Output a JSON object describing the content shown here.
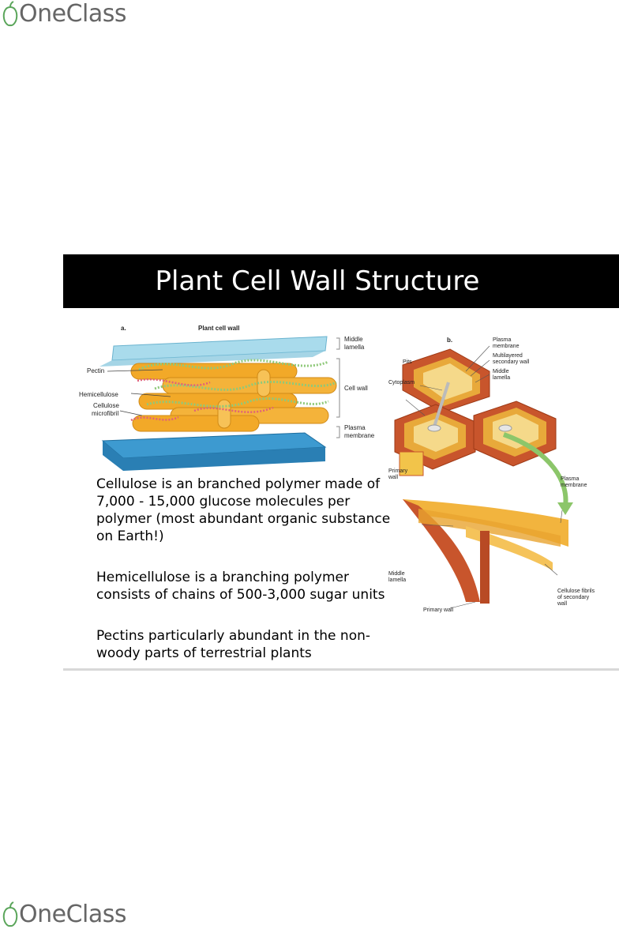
{
  "brand": {
    "name": "OneClass"
  },
  "slide": {
    "title": "Plant Cell Wall Structure",
    "paragraphs": [
      "Cellulose is an branched polymer made of 7,000 - 15,000 glucose molecules per polymer (most abundant organic substance on Earth!)",
      "Hemicellulose is a branching polymer consists of chains of 500-3,000 sugar units",
      "Pectins particularly abundant in the non-woody parts of terrestrial plants"
    ]
  },
  "figure_a": {
    "panel": "a.",
    "title": "Plant cell wall",
    "left_labels": [
      "Pectin",
      "Hemicellulose",
      "Cellulose",
      "microfibril"
    ],
    "right_labels": {
      "middle_lamella": [
        "Middle",
        "lamella"
      ],
      "cell_wall": "Cell wall",
      "plasma_membrane": [
        "Plasma",
        "membrane"
      ]
    },
    "colors": {
      "lamella": "#9fd3e6",
      "fibril": "#f2a928",
      "membrane": "#2f8fc4",
      "pectin": "#8fc97a",
      "hemicellulose": "#e0607a"
    }
  },
  "figure_b": {
    "panel": "b.",
    "labels": {
      "plasma_membrane": [
        "Plasma",
        "membrane"
      ],
      "multilayered": [
        "Multilayered",
        "secondary wall"
      ],
      "middle_lamella": [
        "Middle",
        "lamella"
      ],
      "pits": "Pits",
      "cytoplasm": "Cytoplasm",
      "primary_wall_top": [
        "Primary",
        "wall"
      ],
      "plasma_membrane_2": [
        "Plasma",
        "membrane"
      ],
      "middle_lamella_2": [
        "Middle",
        "lamella"
      ],
      "cellulose_fibrils": [
        "Cellulose fibrils",
        "of secondary",
        "wall"
      ],
      "primary_wall_bottom": "Primary wall"
    },
    "colors": {
      "cell_outer": "#c8552c",
      "cell_inner": "#e8a93a",
      "cytoplasm": "#f5d98a",
      "arrow": "#8cc66a"
    }
  }
}
